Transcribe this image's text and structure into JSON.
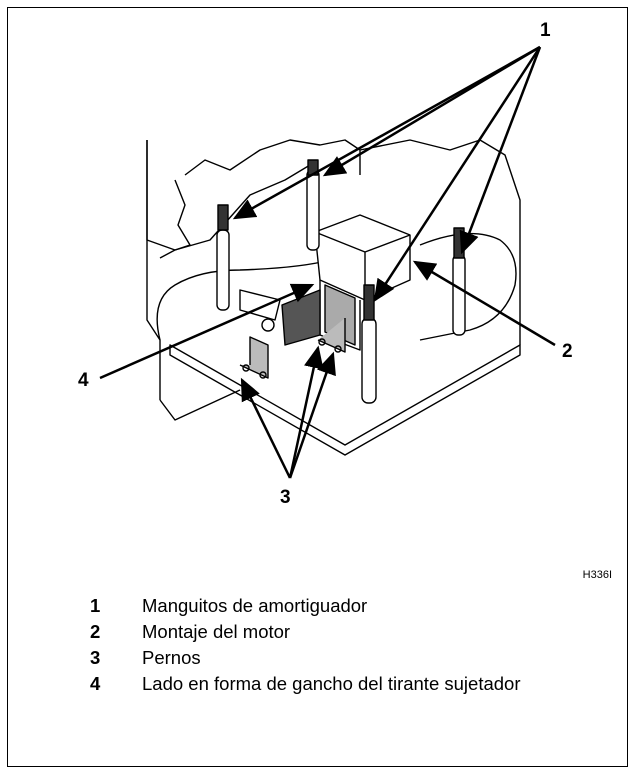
{
  "figure": {
    "id": "H336I",
    "callouts": [
      "1",
      "2",
      "3",
      "4"
    ]
  },
  "legend": [
    {
      "num": "1",
      "text": "Manguitos de amortiguador"
    },
    {
      "num": "2",
      "text": "Montaje del motor"
    },
    {
      "num": "3",
      "text": "Pernos"
    },
    {
      "num": "4",
      "text": "Lado en forma de gancho del tirante sujetador"
    }
  ]
}
